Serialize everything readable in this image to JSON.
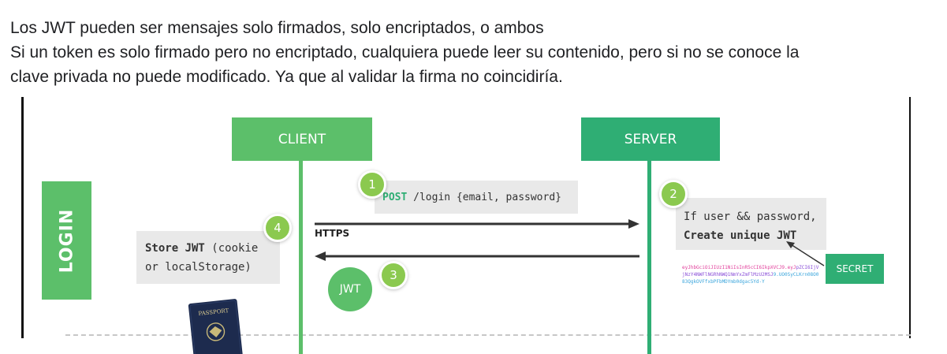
{
  "intro": {
    "line1": "Los JWT pueden ser mensajes solo firmados, solo encriptados, o ambos",
    "line2": "Si un token es solo firmado pero no encriptado, cualquiera puede leer su contenido, pero si no se conoce la",
    "line3": "clave privada no puede modificado. Ya que al validar la firma no coincidiría."
  },
  "diagram": {
    "login_label": "LOGIN",
    "client_label": "CLIENT",
    "server_label": "SERVER",
    "colors": {
      "green": "#5cbf6a",
      "teal": "#2fae74",
      "badge": "#8bc94f",
      "gray_box": "#e9e9e9"
    },
    "step1": {
      "number": "1",
      "method": "POST",
      "path": " /login {email, password}"
    },
    "step2": {
      "number": "2",
      "line1": "If user && password,",
      "line2": "Create unique JWT"
    },
    "step3": {
      "number": "3",
      "jwt_label": "JWT"
    },
    "step4": {
      "number": "4",
      "line1_bold": "Store JWT",
      "line1_rest": " (cookie",
      "line2": "or localStorage)"
    },
    "https_label": "HTTPS",
    "secret_label": "SECRET",
    "token": {
      "part1": "eyJhbGciOiJIUzI1NiIsInR5cCI6IkpXVCJ9.eyJ",
      "part2": "pZCI6IjVjNzY4NWFlNGRhNWQ1NmYxZmFlMzU2MSJ",
      "part3": "9.UO0SyCLKrn08O083QgkOVFfxbPFbMDYmb0dgac5Yd-Y"
    },
    "passport_label": "PASSPORT"
  }
}
